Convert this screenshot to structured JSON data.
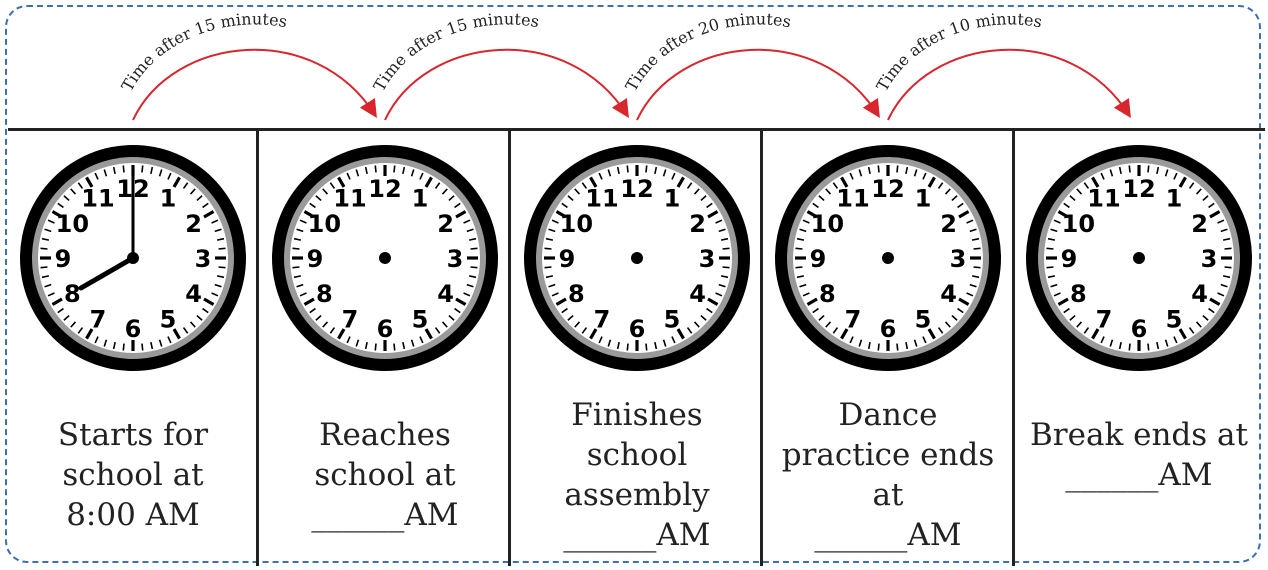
{
  "arrow_labels": [
    "Time after 15 minutes",
    "Time after 15 minutes",
    "Time after 20 minutes",
    "Time after 10 minutes"
  ],
  "clock_numbers": [
    "12",
    "1",
    "2",
    "3",
    "4",
    "5",
    "6",
    "7",
    "8",
    "9",
    "10",
    "11"
  ],
  "panels": [
    {
      "caption": "Starts for\nschool at\n8:00 AM",
      "hour": 8,
      "minute": 0,
      "show_hands": true
    },
    {
      "caption": "Reaches\nschool at\n______AM",
      "show_hands": false
    },
    {
      "caption": "Finishes\nschool\nassembly\n______AM",
      "show_hands": false
    },
    {
      "caption": "Dance\npractice ends\nat\n______AM",
      "show_hands": false
    },
    {
      "caption": "Break ends at\n______AM",
      "show_hands": false
    }
  ],
  "colors": {
    "arrow": "#d7262e",
    "frame": "#3d6fb3",
    "ink": "#111111"
  }
}
